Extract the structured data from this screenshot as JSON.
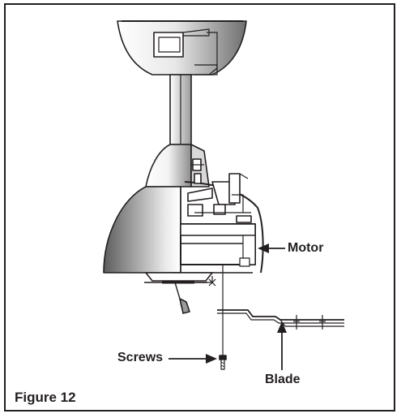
{
  "figure": {
    "caption": "Figure 12",
    "labels": {
      "motor": "Motor",
      "screws": "Screws",
      "blade": "Blade"
    }
  },
  "colors": {
    "ink": "#231f20",
    "shading": "#8a8a8a",
    "background": "#ffffff"
  }
}
